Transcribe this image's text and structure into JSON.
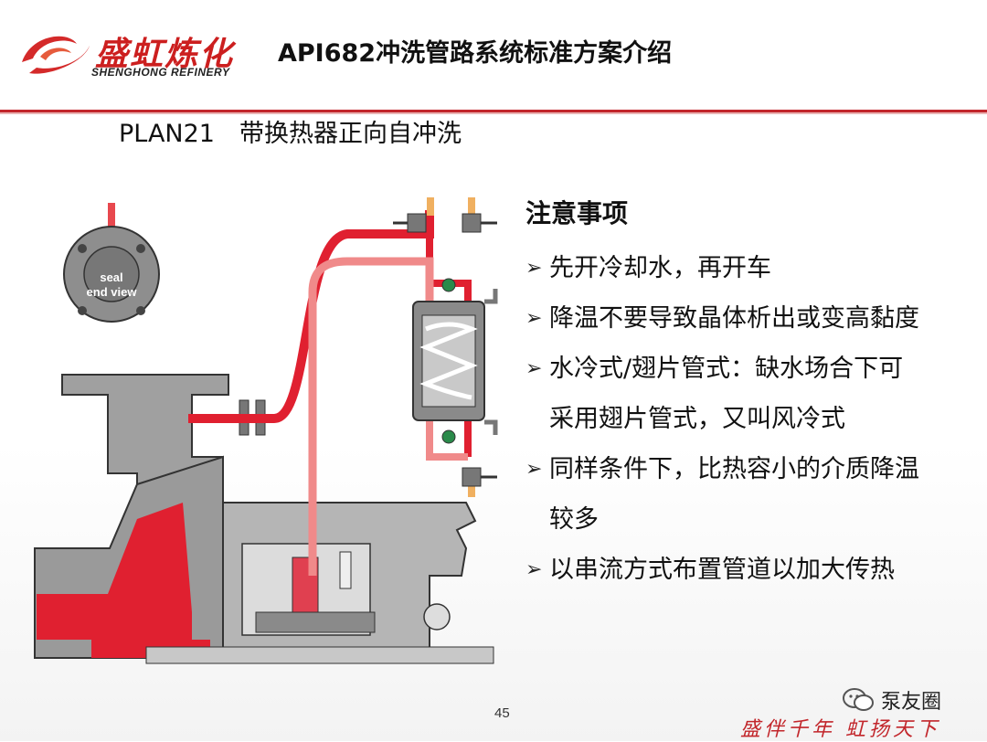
{
  "header": {
    "logo_cn": "盛虹炼化",
    "logo_en": "SHENGHONG REFINERY",
    "title": "API682冲洗管路系统标准方案介绍"
  },
  "subtitle": "PLAN21　带换热器正向自冲洗",
  "diagram": {
    "seal_label_1": "seal",
    "seal_label_2": "end view"
  },
  "notes": {
    "heading": "注意事项",
    "items": [
      "先开冷却水，再开车",
      "降温不要导致晶体析出或变高黏度",
      "水冷式/翅片管式：缺水场合下可",
      "采用翅片管式，又叫风冷式",
      "同样条件下，比热容小的介质降温",
      "较多",
      "以串流方式布置管道以加大传热"
    ]
  },
  "footer": {
    "page": "45",
    "watermark": "泵友圈",
    "slogan": "盛伴千年 虹扬天下"
  },
  "colors": {
    "accent": "#c2262b",
    "process_red": "#e02030",
    "flush_pink": "#f08a8a",
    "metal_gray": "#9a9a9a"
  }
}
